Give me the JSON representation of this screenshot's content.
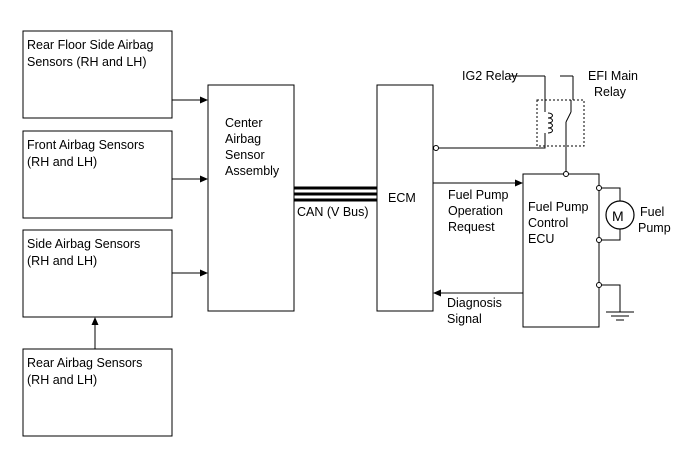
{
  "diagram": {
    "rear_floor_box": [
      "Rear Floor Side Airbag",
      "Sensors (RH and LH)"
    ],
    "front_box": [
      "Front Airbag Sensors",
      "(RH and LH)"
    ],
    "side_box": [
      "Side Airbag Sensors",
      "(RH and LH)"
    ],
    "rear_box": [
      "Rear Airbag Sensors",
      "(RH and LH)"
    ],
    "center_box": [
      "Center",
      "Airbag",
      "Sensor",
      "Assembly"
    ],
    "can_label": "CAN (V Bus)",
    "ecm_label": "ECM",
    "fp_request_label": [
      "Fuel Pump",
      "Operation",
      "Request"
    ],
    "diag_signal_label": [
      "Diagnosis",
      "Signal"
    ],
    "fp_ecu_label": [
      "Fuel Pump",
      "Control",
      "ECU"
    ],
    "ig2_relay_label": "IG2 Relay",
    "efi_relay_label": [
      "EFI Main",
      "Relay"
    ],
    "motor_symbol": "M",
    "fuel_pump_label": [
      "Fuel",
      "Pump"
    ]
  }
}
